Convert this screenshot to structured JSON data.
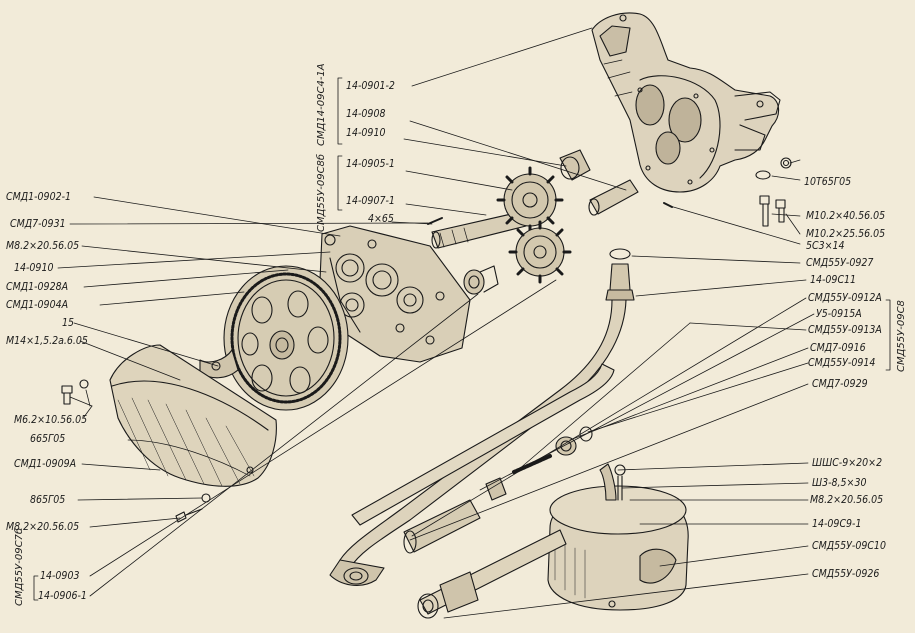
{
  "left_labels": [
    "СМД1-0902-1",
    "СМД7-0931",
    "М8.2×20.56.05",
    "14-0910",
    "СМД1-0928А",
    "СМД1-0904А",
    "15",
    "М14×1,5.2а.6.05",
    "М6.2×10.56.05",
    "665Г05",
    "СМД1-0909А",
    "865Г05",
    "М8.2×20.56.05",
    "14-0903",
    "14-0906-1"
  ],
  "center_labels": [
    "14-0901-2",
    "14-0908",
    "14-0910",
    "14-0905-1",
    "14-0907-1",
    "4×65"
  ],
  "right_labels": [
    "10Т65Г05",
    "М10.2×40.56.05",
    "М10.2×25.56.05",
    "5С3×14",
    "СМД55У-0927",
    "14-09С11",
    "СМД55У-0912А",
    "У5-0915А",
    "СМД55У-0913А",
    "СМД7-0916",
    "СМД55У-0914",
    "СМД7-0929",
    "ШШС-9×20×2",
    "Ш3-8,5×30",
    "М8.2×20.56.05",
    "14-09С9-1",
    "СМД55У-09С10",
    "СМД55У-0926"
  ],
  "group_labels": {
    "top_group": "СМД14-09С4-1А",
    "mid_group": "СМД55У-09С8б",
    "right_group": "СМД55У-09С8",
    "bottom_group": "СМД55У-09С7б"
  }
}
